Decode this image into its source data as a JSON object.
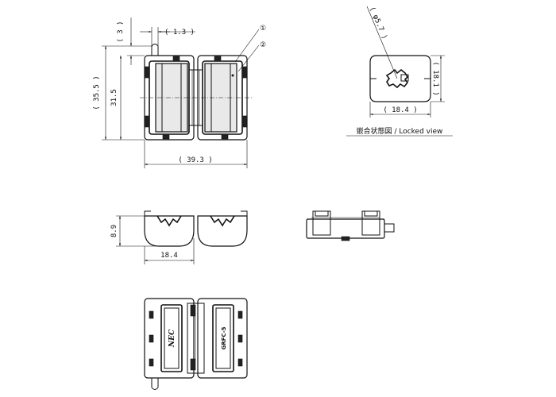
{
  "dimensions": {
    "d_3": "( 3 )",
    "d_1_3": "( 1.3 )",
    "d_35_5": "( 35.5 )",
    "d_31_5": "31.5",
    "d_39_3": "( 39.3 )",
    "d_phi_5_7": "( φ5.7 )",
    "d_18_1": "( 18.1 )",
    "d_18_4_locked": "( 18.4 )",
    "d_8_9": "8.9",
    "d_18_4_end": "18.4"
  },
  "callouts": {
    "part_1": "①",
    "part_2": "②"
  },
  "locked_view_caption": "嵌合状態図 / Locked view",
  "marking": {
    "logo": "NEC",
    "part_number": "GRFC-5"
  }
}
